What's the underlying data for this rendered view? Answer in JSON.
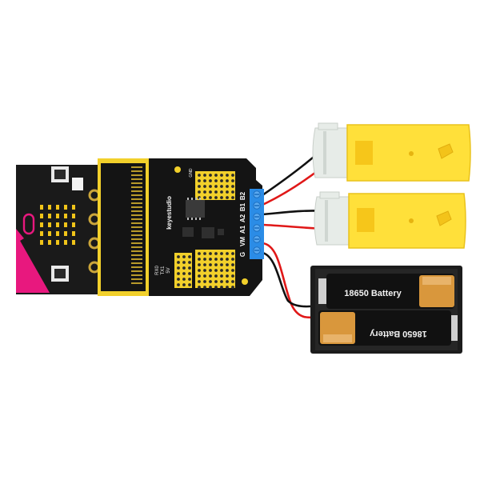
{
  "board": {
    "brand": "keyestudio",
    "terminal_labels": [
      "G",
      "VM",
      "A1",
      "A2",
      "B1",
      "B2"
    ],
    "uart_labels": [
      "TX1",
      "5V",
      "RX0"
    ],
    "gnd_label": "GND"
  },
  "battery_pack": {
    "cell_top_label": "18650 Battery",
    "cell_bottom_label": "18650 Battery"
  },
  "colors": {
    "microbit": "#1a1a1a",
    "shield": "#141414",
    "header_yellow": "#f2d02b",
    "motor_yellow": "#ffe03a",
    "terminal_blue": "#2b8ce6",
    "accent_pink": "#e8187e",
    "led": "#f0c419",
    "wire_red": "#e01818",
    "wire_black": "#111111",
    "battery_copper": "#d9973c"
  }
}
